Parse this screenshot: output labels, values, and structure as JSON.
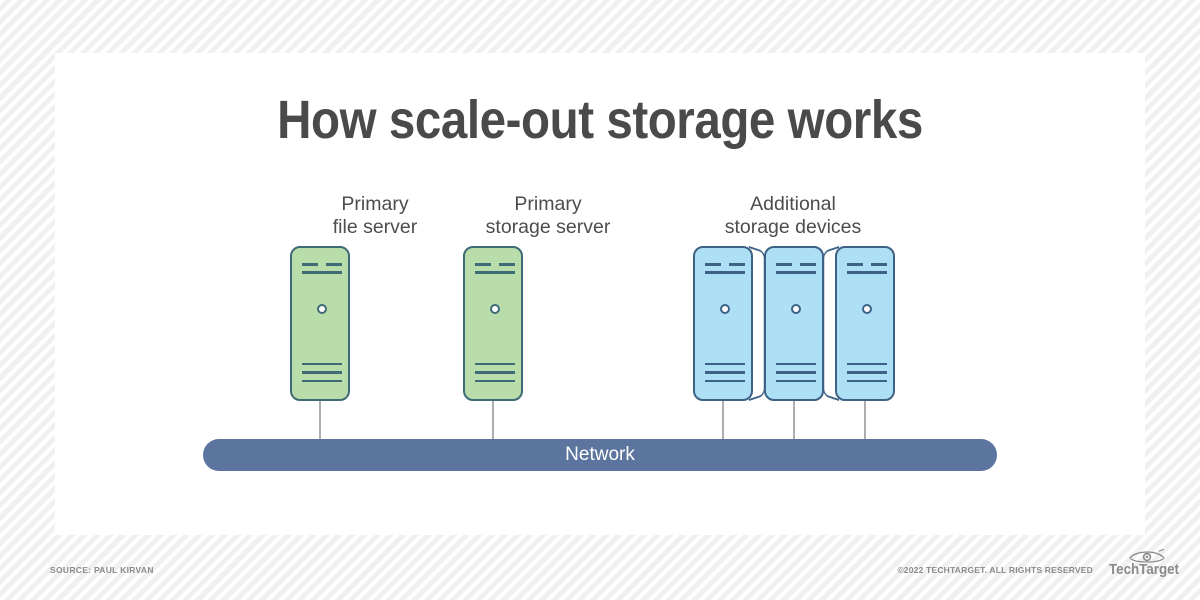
{
  "title": "How scale-out storage works",
  "groups": [
    {
      "id": "primary-file-server",
      "line1": "Primary",
      "line2": "file server",
      "count": 1,
      "color": "green"
    },
    {
      "id": "primary-storage-server",
      "line1": "Primary",
      "line2": "storage server",
      "count": 1,
      "color": "green"
    },
    {
      "id": "additional-storage",
      "line1": "Additional",
      "line2": "storage devices",
      "count": 3,
      "color": "blue"
    }
  ],
  "network": {
    "label": "Network"
  },
  "footer": {
    "source": "SOURCE: PAUL KIRVAN",
    "copyright": "©2022 TECHTARGET. ALL RIGHTS RESERVED",
    "logo_text": "TechTarget"
  },
  "colors": {
    "green_fill": "#b9dcab",
    "green_stroke": "#3e6b75",
    "blue_fill": "#ade0f5",
    "blue_stroke": "#3d6286",
    "network_bar": "#5b759e",
    "title_text": "#4a4a4a",
    "label_text": "#4d4d4d",
    "connector": "#aeaeae",
    "card_bg": "#ffffff",
    "page_bg": "#f2f2f2",
    "footer_text": "#8a8a8a"
  }
}
